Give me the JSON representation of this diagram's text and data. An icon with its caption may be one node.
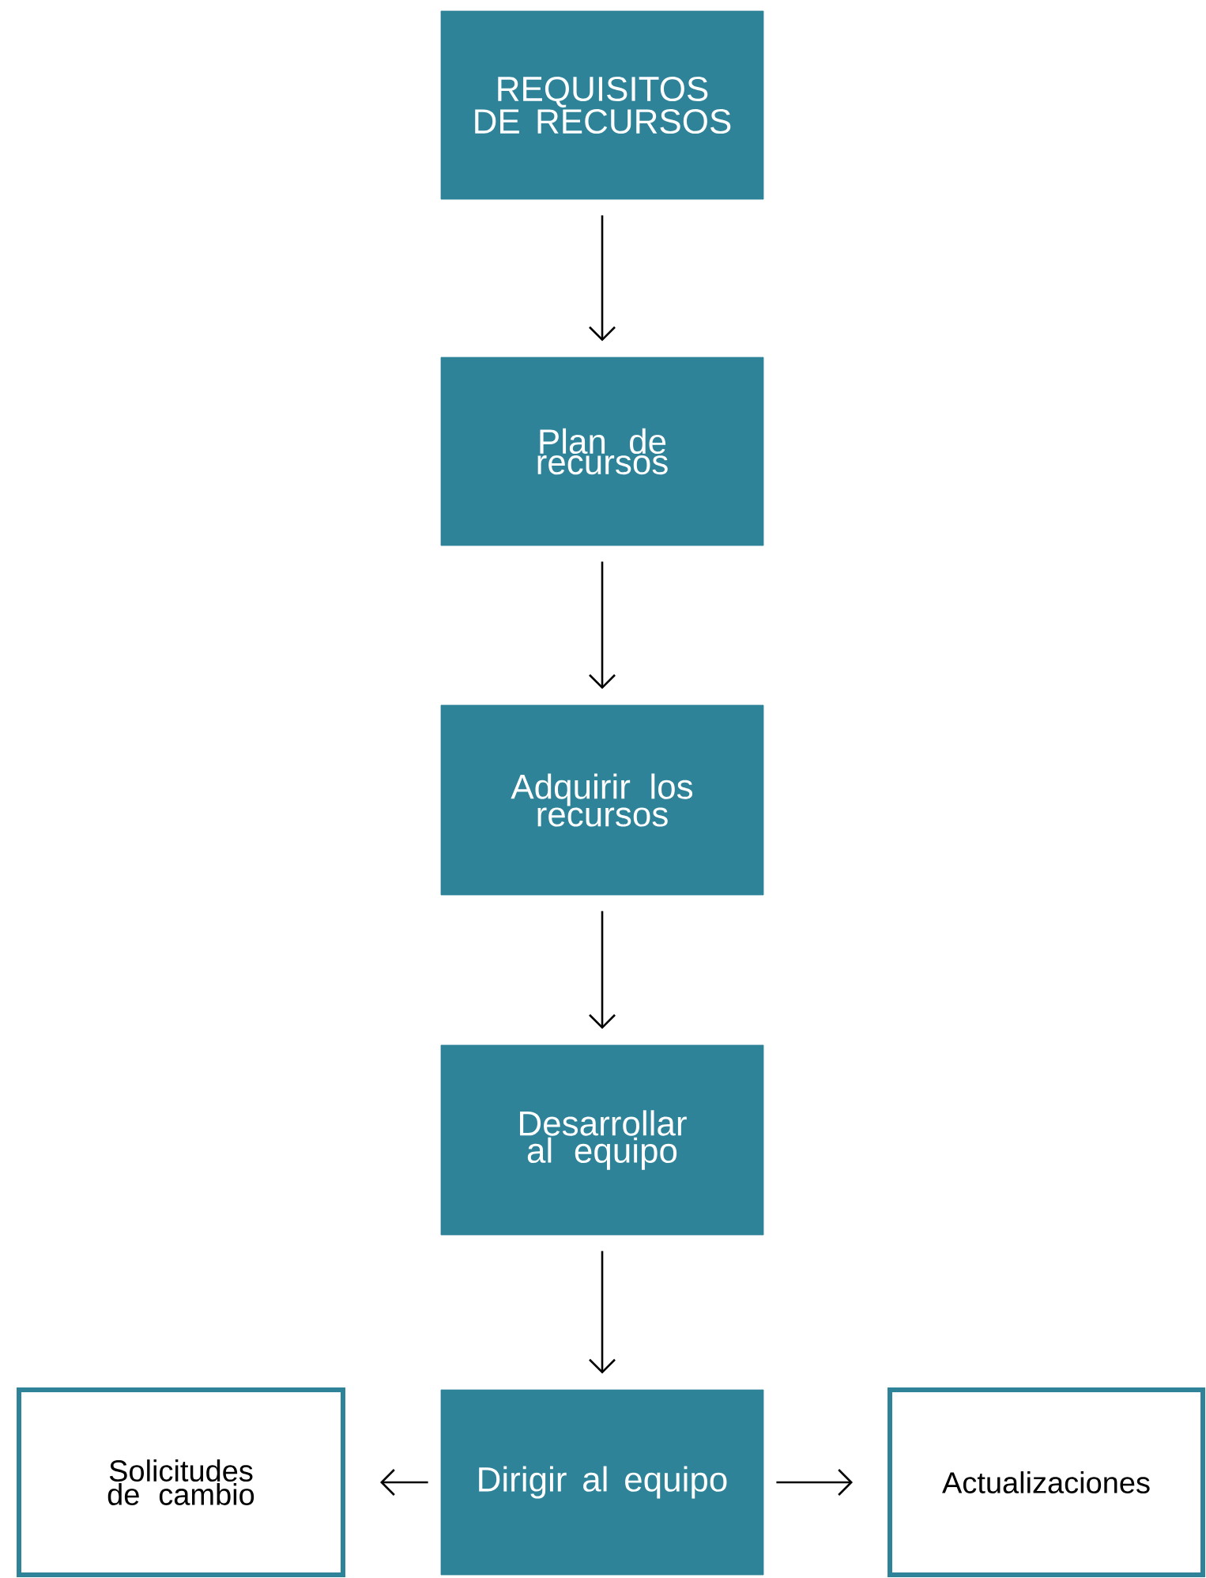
{
  "diagram": {
    "nodes": [
      {
        "text": [
          "REQUISITOS DE RECURSOS"
        ]
      },
      {
        "text": [
          "Plan de recursos"
        ]
      },
      {
        "text": [
          "Adquirir los recursos"
        ]
      },
      {
        "text": [
          "Desarrollar al equipo"
        ]
      },
      {
        "text": [
          "Solicitudes de cambio"
        ]
      },
      {
        "text": [
          "Dirigir al equipo"
        ]
      },
      {
        "text": [
          "Actualizaciones"
        ]
      }
    ],
    "edges": [
      {
        "from": 0,
        "to": 1,
        "arrow": "to"
      },
      {
        "from": 1,
        "to": 2,
        "arrow": "to"
      },
      {
        "from": 2,
        "to": 3,
        "arrow": "to"
      },
      {
        "from": 3,
        "to": 5,
        "arrow": "to"
      },
      {
        "from": 5,
        "to": 4,
        "arrow": "to"
      },
      {
        "from": 5,
        "to": 6,
        "arrow": "to"
      }
    ]
  }
}
